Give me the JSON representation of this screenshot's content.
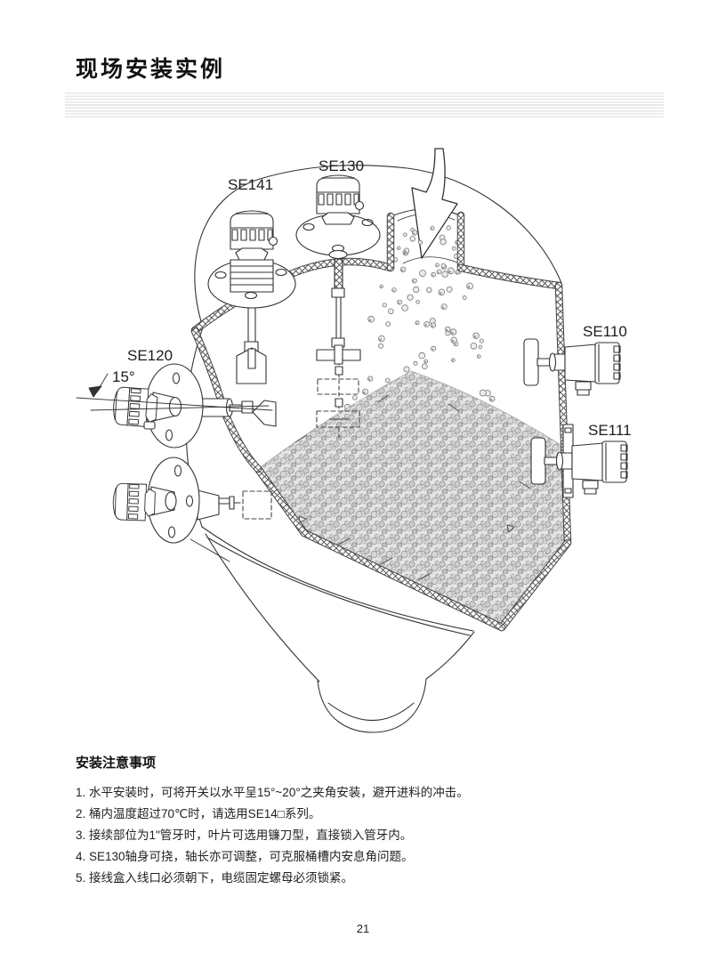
{
  "page": {
    "title": "现场安装实例",
    "page_number": "21"
  },
  "diagram": {
    "labels": {
      "se141": "SE141",
      "se130": "SE130",
      "se120": "SE120",
      "se110": "SE110",
      "se111": "SE111",
      "angle": "15°"
    }
  },
  "notes": {
    "heading": "安装注意事项",
    "items": [
      "1. 水平安装时，可将开关以水平呈15°~20°之夹角安装，避开进料的冲击。",
      "2. 桶内温度超过70℃时，请选用SE14□系列。",
      "3. 接续部位为1\"管牙时，叶片可选用镰刀型，直接锁入管牙内。",
      "4. SE130轴身可挠，轴长亦可调整，可克服桶槽内安息角问题。",
      "5. 接线盒入线口必须朝下，电缆固定螺母必须锁紧。"
    ]
  }
}
